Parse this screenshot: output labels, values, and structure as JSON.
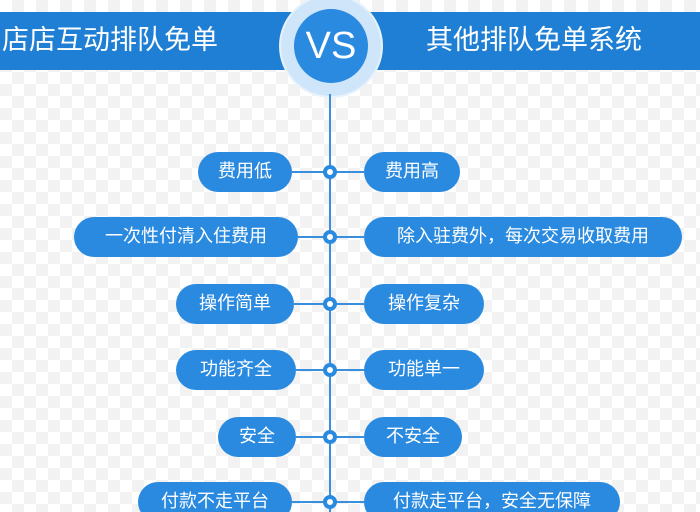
{
  "header": {
    "left_title": "店店互动排队免单",
    "vs_label": "VS",
    "right_title": "其他排队免单系统"
  },
  "comparisons": [
    {
      "left": "费用低",
      "right": "费用高"
    },
    {
      "left": "一次性付清入住费用",
      "right": "除入驻费外，每次交易收取费用"
    },
    {
      "left": "操作简单",
      "right": "操作复杂"
    },
    {
      "left": "功能齐全",
      "right": "功能单一"
    },
    {
      "left": "安全",
      "right": "不安全"
    },
    {
      "left": "付款不走平台",
      "right": "付款走平台，安全无保障"
    }
  ],
  "colors": {
    "banner": "#1f7fd4",
    "pill": "#2a8ae0",
    "line": "#3a8fdc"
  }
}
